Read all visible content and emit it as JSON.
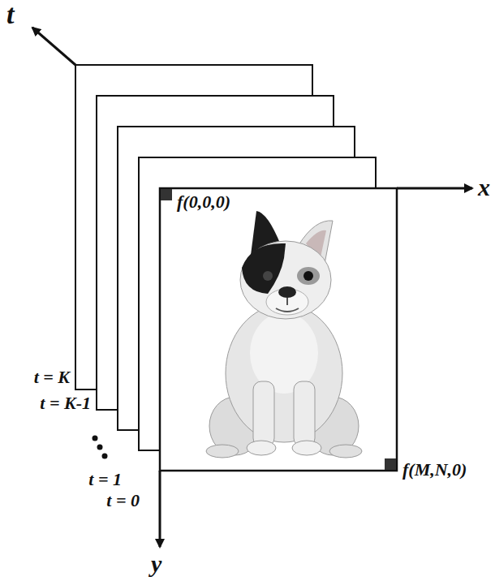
{
  "diagram": {
    "labels": [
      "t",
      "x",
      "y",
      "f(0,0,0)",
      "f(M,N,0)",
      "t = K",
      "t = K-1",
      "t = 1",
      "t = 0"
    ]
  }
}
